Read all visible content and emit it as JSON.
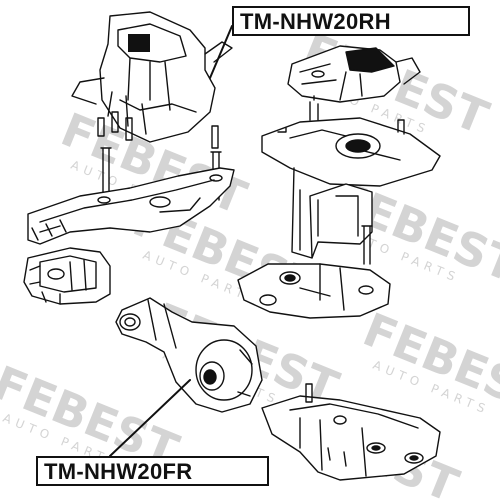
{
  "labels": {
    "rh": "TM-NHW20RH",
    "fr": "TM-NHW20FR"
  },
  "watermark": {
    "brand": "FEBEST",
    "tagline": "AUTO PARTS"
  },
  "colors": {
    "line": "#111111",
    "watermark": "#d4d4d4",
    "background": "#ffffff"
  }
}
